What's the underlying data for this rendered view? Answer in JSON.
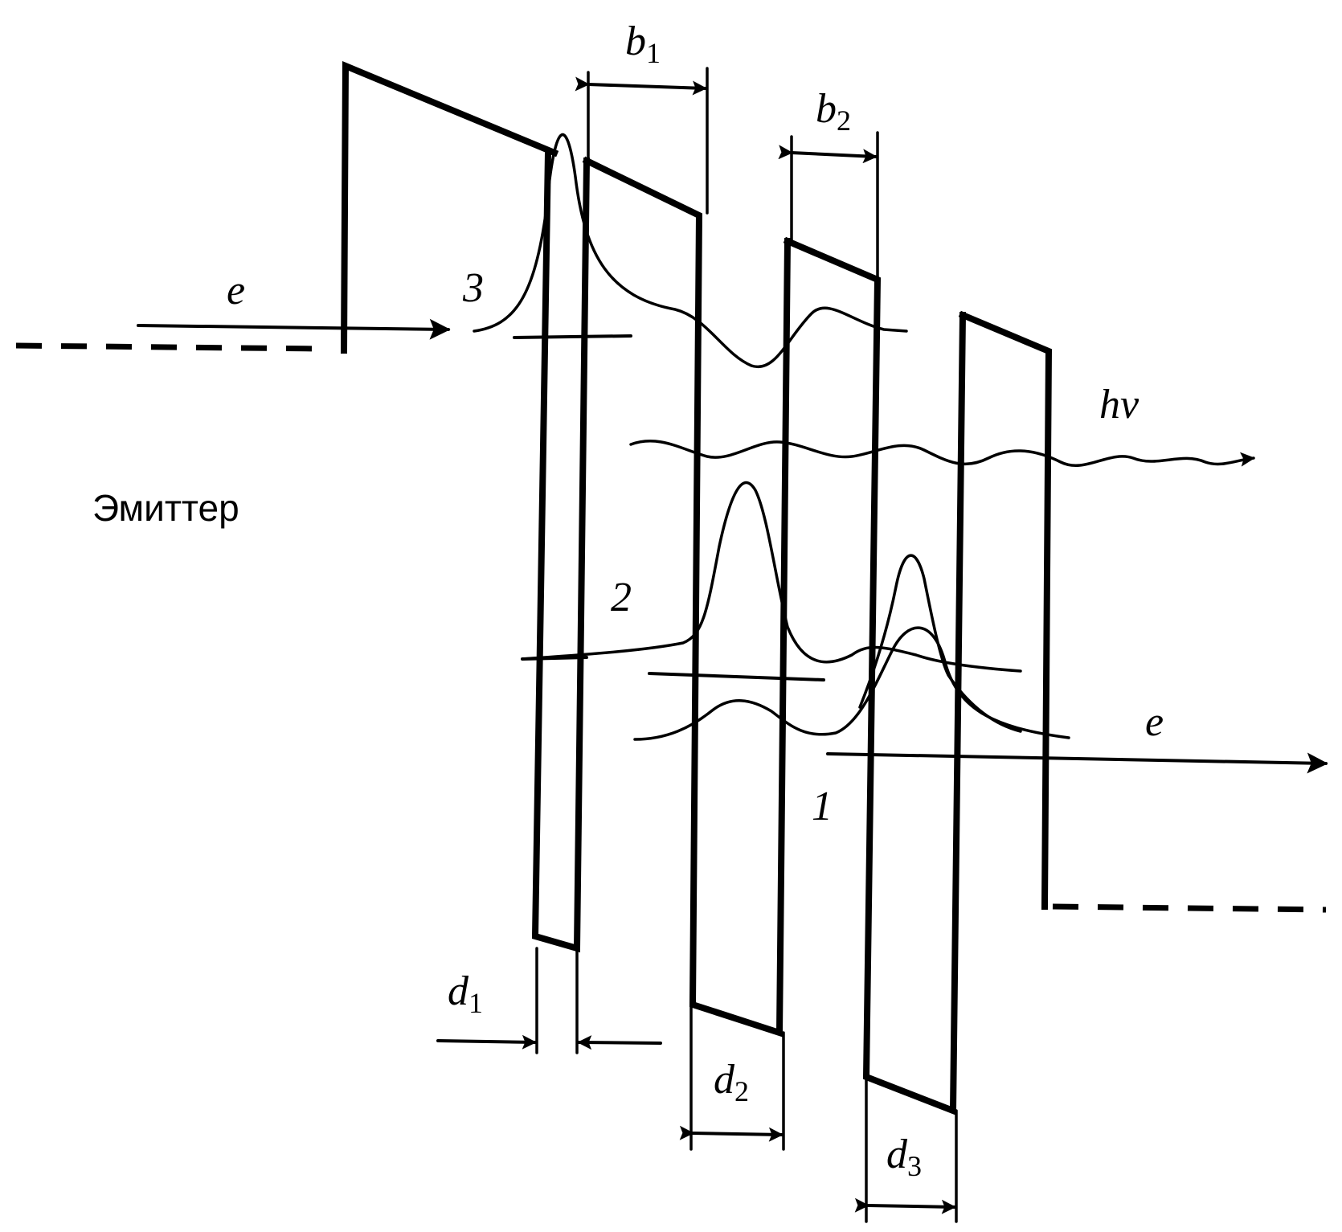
{
  "labels": {
    "emitter": "Эмиттер",
    "electron_in": "e",
    "electron_out": "e",
    "photon": "hν",
    "level_1": "1",
    "level_2": "2",
    "level_3": "3",
    "b1": {
      "main": "b",
      "sub": "1"
    },
    "b2": {
      "main": "b",
      "sub": "2"
    },
    "d1": {
      "main": "d",
      "sub": "1"
    },
    "d2": {
      "main": "d",
      "sub": "2"
    },
    "d3": {
      "main": "d",
      "sub": "3"
    }
  }
}
